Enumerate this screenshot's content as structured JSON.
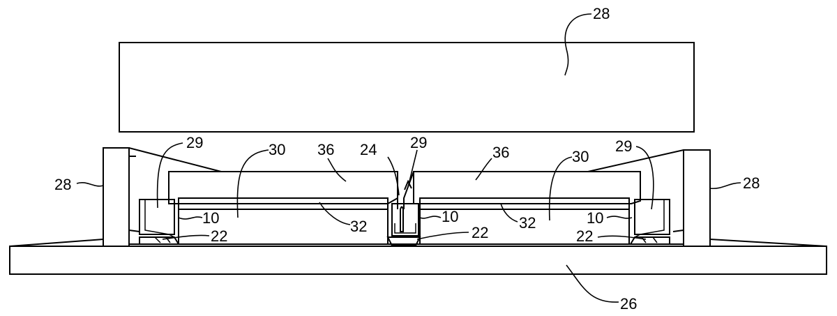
{
  "labels": {
    "top_block": "28",
    "left_pillar": "28",
    "right_pillar": "28",
    "base": "26",
    "left_outer_29": "29",
    "center_29": "29",
    "right_outer_29": "29",
    "left_30": "30",
    "right_30": "30",
    "left_36": "36",
    "right_36": "36",
    "center_24": "24",
    "left_10": "10",
    "center_10": "10",
    "right_10": "10",
    "left_32": "32",
    "right_32": "32",
    "left_22": "22",
    "center_22": "22",
    "right_22": "22"
  }
}
